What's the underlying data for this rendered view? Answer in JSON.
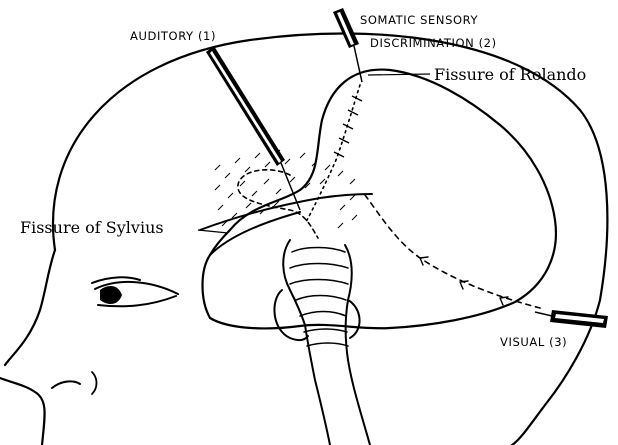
{
  "labels": {
    "auditory": "AUDITORY (1)",
    "somatic_line1": "SOMATIC SENSORY",
    "somatic_line2": "DISCRIMINATION (2)",
    "visual": "VISUAL (3)",
    "fissure_rolando": "Fissure of Rolando",
    "fissure_sylvius": "Fissure of Sylvius"
  },
  "colors": {
    "ink": "#000000",
    "paper": "#ffffff"
  }
}
